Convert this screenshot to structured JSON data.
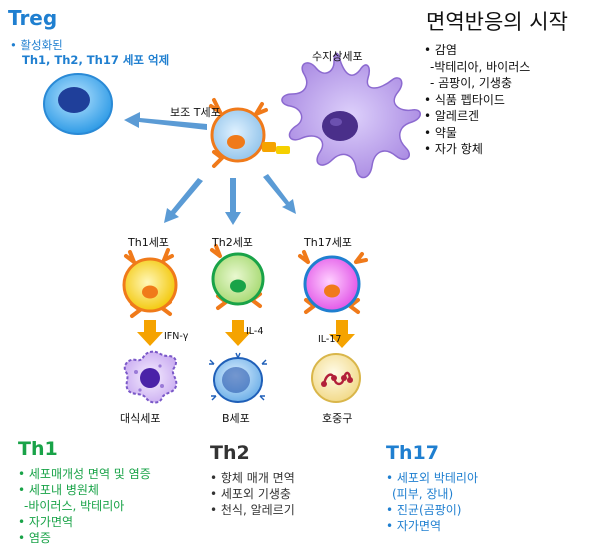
{
  "treg": {
    "title": "Treg",
    "line1": "• 활성화된",
    "line2": "Th1, Th2, Th17  세포 억제"
  },
  "start": {
    "title": "면역반응의 시작",
    "items": [
      "• 감염",
      "-박테리아, 바이러스",
      "- 곰팡이, 기생충",
      "• 식품 펩타이드",
      "• 알레르겐",
      "• 약물",
      "• 자가 항체"
    ]
  },
  "labels": {
    "dendritic": "수지상세포",
    "helper": "보조 T세포",
    "th1_cell": "Th1세포",
    "th2_cell": "Th2세포",
    "th17_cell": "Th17세포",
    "macrophage": "대식세포",
    "bcell": "B세포",
    "neutrophil": "호중구"
  },
  "cytokines": {
    "th1": "IFN-γ",
    "th2": "IL-4",
    "th17": "IL-17"
  },
  "th1": {
    "title": "Th1",
    "items": [
      "• 세포매개성 면역 및 염증",
      "• 세포내 병원체",
      "-바이러스, 박테리아",
      "• 자가면역",
      "• 염증"
    ]
  },
  "th2": {
    "title": "Th2",
    "items": [
      "• 항체 매개 면역",
      "• 세포외 기생충",
      "• 천식, 알레르기"
    ]
  },
  "th17": {
    "title": "Th17",
    "items": [
      "• 세포외 박테리아",
      "(피부, 장내)",
      "• 진균(곰팡이)",
      "• 자가면역"
    ]
  },
  "colors": {
    "arrow_blue": "#5b9bd5",
    "arrow_orange": "#f5a300",
    "th1_green": "#19a348",
    "th17_blue": "#1f7fd0",
    "helper_membrane": "#f07a1a",
    "dendritic": "#b99be8"
  }
}
